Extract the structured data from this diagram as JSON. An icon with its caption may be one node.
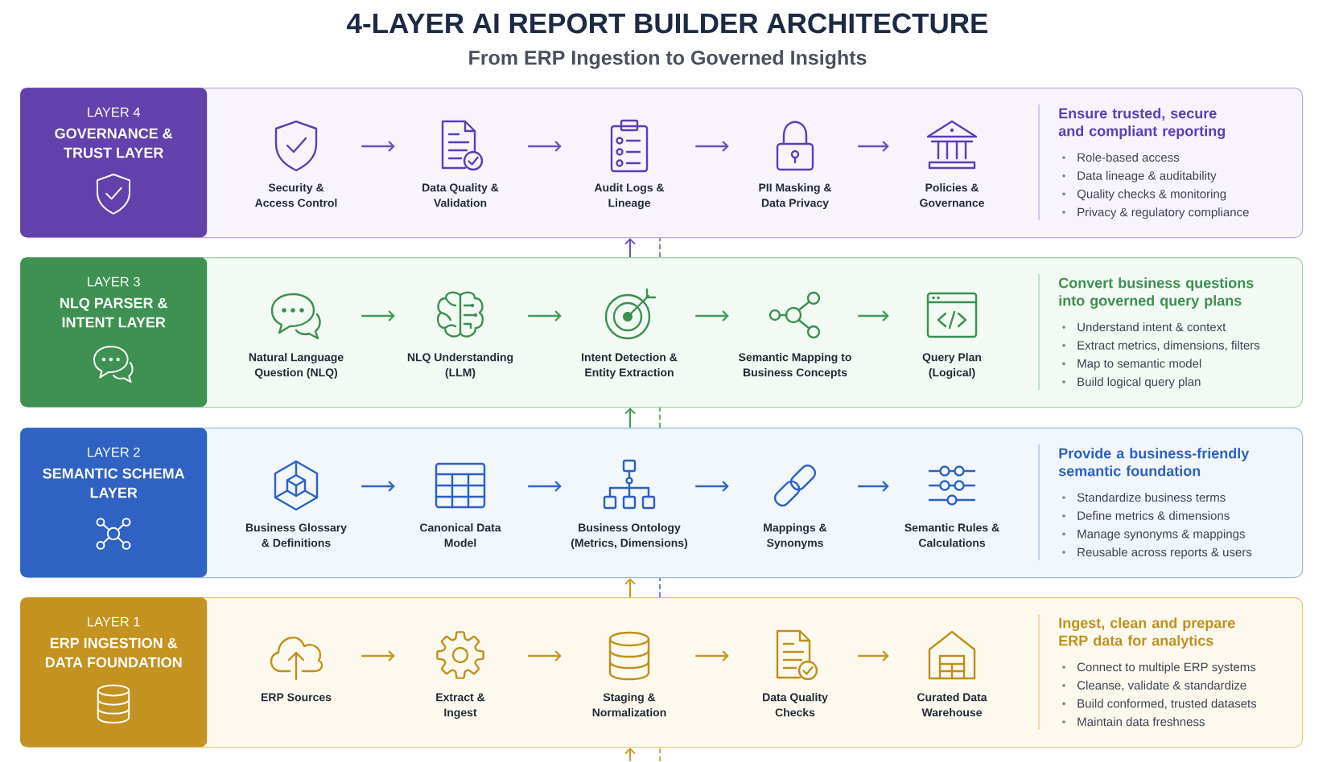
{
  "diagram": {
    "title": "4-LAYER AI REPORT BUILDER ARCHITECTURE",
    "nodes": [
      {
        "text": [
          "Ensure trusted, secure and compliant reporting",
          "Role-based access",
          "Data lineage & auditability",
          "Quality checks & monitoring",
          "Privacy & regulatory compliance"
        ]
      },
      {
        "text": [
          "LAYER 4",
          "GOVERNANCE & TRUST LAYER"
        ],
        "in": 0
      },
      {
        "text": [
          "Security & Access Control"
        ],
        "in": 0
      },
      {
        "text": [
          "Data Quality & Validation"
        ],
        "in": 0
      },
      {
        "text": [
          "Audit Logs & Lineage"
        ],
        "in": 0
      },
      {
        "text": [
          "PII Masking & Data Privacy"
        ],
        "in": 0
      },
      {
        "text": [
          "Policies & Governance"
        ],
        "in": 0
      },
      {
        "text": [
          "Convert business questions into governed query plans",
          "Understand intent & context",
          "Extract metrics, dimensions, filters",
          "Map to semantic model",
          "Build logical query plan"
        ]
      },
      {
        "text": [
          "LAYER 3",
          "NLQ PARSER & INTENT LAYER"
        ],
        "in": 7
      },
      {
        "text": [
          "Natural Language Question (NLQ)"
        ],
        "in": 7
      },
      {
        "text": [
          "NLQ Understanding (LLM)"
        ],
        "in": 7
      },
      {
        "text": [
          "Intent Detection & Entity Extraction"
        ],
        "in": 7
      },
      {
        "text": [
          "Semantic Mapping to Business Concepts"
        ],
        "in": 7
      },
      {
        "text": [
          "Query Plan (Logical)"
        ],
        "in": 7
      },
      {
        "text": [
          "Provide a business-friendly semantic foundation",
          "Standardize business terms",
          "Define metrics & dimensions",
          "Manage synonyms & mappings",
          "Reusable across reports & users"
        ]
      },
      {
        "text": [
          "LAYER 2",
          "SEMANTIC SCHEMA LAYER"
        ],
        "in": 14
      },
      {
        "text": [
          "Business Glossary & Definitions"
        ],
        "in": 14
      },
      {
        "text": [
          "Canonical Data Model"
        ],
        "in": 14
      },
      {
        "text": [
          "Business Ontology (Metrics, Dimensions)"
        ],
        "in": 14
      },
      {
        "text": [
          "Mappings & Synonyms"
        ],
        "in": 14
      },
      {
        "text": [
          "Semantic Rules & Calculations"
        ],
        "in": 14
      },
      {
        "text": [
          "Ingest, clean and prepare ERP data for analytics",
          "Connect to multiple ERP systems",
          "Cleanse, validate & standardize",
          "Build conformed, trusted datasets",
          "Maintain data freshness"
        ]
      },
      {
        "text": [
          "LAYER 1",
          "ERP INGESTION & DATA FOUNDATION"
        ],
        "in": 21
      },
      {
        "text": [
          "ERP Sources"
        ],
        "in": 21
      },
      {
        "text": [
          "Extract & Ingest"
        ],
        "in": 21
      },
      {
        "text": [
          "Staging & Normalization"
        ],
        "in": 21
      },
      {
        "text": [
          "Data Quality Checks"
        ],
        "in": 21
      },
      {
        "text": [
          "Curated Data Warehouse"
        ],
        "in": 21
      }
    ],
    "edges": [
      {
        "from": 2,
        "to": 3,
        "arrow": "to",
        "color": "#6a4fc0"
      },
      {
        "from": 3,
        "to": 4,
        "arrow": "to",
        "color": "#6a4fc0"
      },
      {
        "from": 4,
        "to": 5,
        "arrow": "to",
        "color": "#6a4fc0"
      },
      {
        "from": 5,
        "to": 6,
        "arrow": "to",
        "color": "#6a4fc0"
      },
      {
        "from": 9,
        "to": 10,
        "arrow": "to",
        "color": "#3f9a55"
      },
      {
        "from": 10,
        "to": 11,
        "arrow": "to",
        "color": "#3f9a55"
      },
      {
        "from": 11,
        "to": 12,
        "arrow": "to",
        "color": "#3f9a55"
      },
      {
        "from": 12,
        "to": 13,
        "arrow": "to",
        "color": "#3f9a55"
      },
      {
        "from": 16,
        "to": 17,
        "arrow": "to",
        "color": "#2f64c8"
      },
      {
        "from": 17,
        "to": 18,
        "arrow": "to",
        "color": "#2f64c8"
      },
      {
        "from": 18,
        "to": 19,
        "arrow": "to",
        "color": "#2f64c8"
      },
      {
        "from": 19,
        "to": 20,
        "arrow": "to",
        "color": "#2f64c8"
      },
      {
        "from": 23,
        "to": 24,
        "arrow": "to",
        "color": "#c9961f"
      },
      {
        "from": 24,
        "to": 25,
        "arrow": "to",
        "color": "#c9961f"
      },
      {
        "from": 25,
        "to": 26,
        "arrow": "to",
        "color": "#c9961f"
      },
      {
        "from": 26,
        "to": 27,
        "arrow": "to",
        "color": "#c9961f"
      },
      {
        "from": 7,
        "to": 0,
        "arrow": "to",
        "color": "#6a4fc0"
      },
      {
        "from": 7,
        "to": 0,
        "arrow": "none",
        "style": "dashed",
        "color": "#7d63c6"
      },
      {
        "from": 14,
        "to": 7,
        "arrow": "to",
        "color": "#3f9a55"
      },
      {
        "from": 14,
        "to": 7,
        "arrow": "none",
        "style": "dashed",
        "color": "#4f9e62"
      },
      {
        "from": 21,
        "to": 14,
        "arrow": "to",
        "color": "#c9961f"
      },
      {
        "from": 21,
        "to": 14,
        "arrow": "none",
        "style": "dashed",
        "color": "#5577c4"
      },
      {
        "from": null,
        "to": 21,
        "arrow": "to",
        "color": "#c9961f"
      },
      {
        "from": null,
        "to": 21,
        "arrow": "none",
        "style": "dashed",
        "color": "#c49a35"
      }
    ],
    "labels": [
      "From ERP Ingestion to Governed Insights"
    ]
  }
}
